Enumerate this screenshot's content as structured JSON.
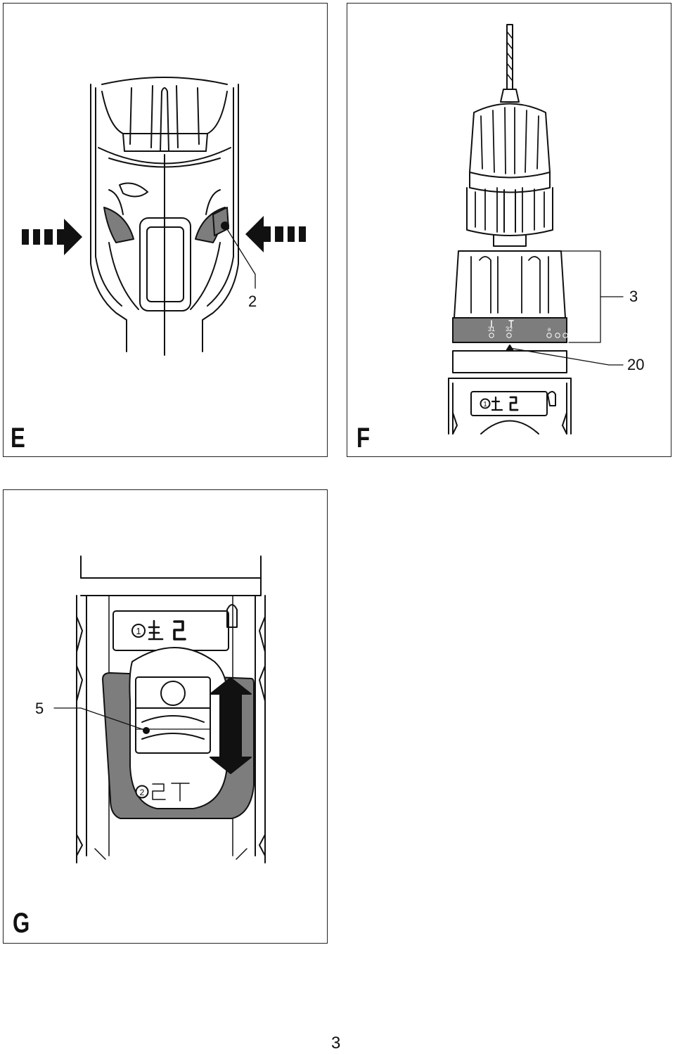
{
  "figures": {
    "e": {
      "letter": "E",
      "callout_switch": "2"
    },
    "f": {
      "letter": "F",
      "callout_collar": "3",
      "callout_arrow": "20",
      "ring_labels": [
        "31",
        "32",
        "ǝ"
      ],
      "mode_labels": [
        "1",
        "2"
      ]
    },
    "g": {
      "letter": "G",
      "callout_slider": "5",
      "mode_labels": [
        "1",
        "2"
      ]
    }
  },
  "page_number": "3"
}
